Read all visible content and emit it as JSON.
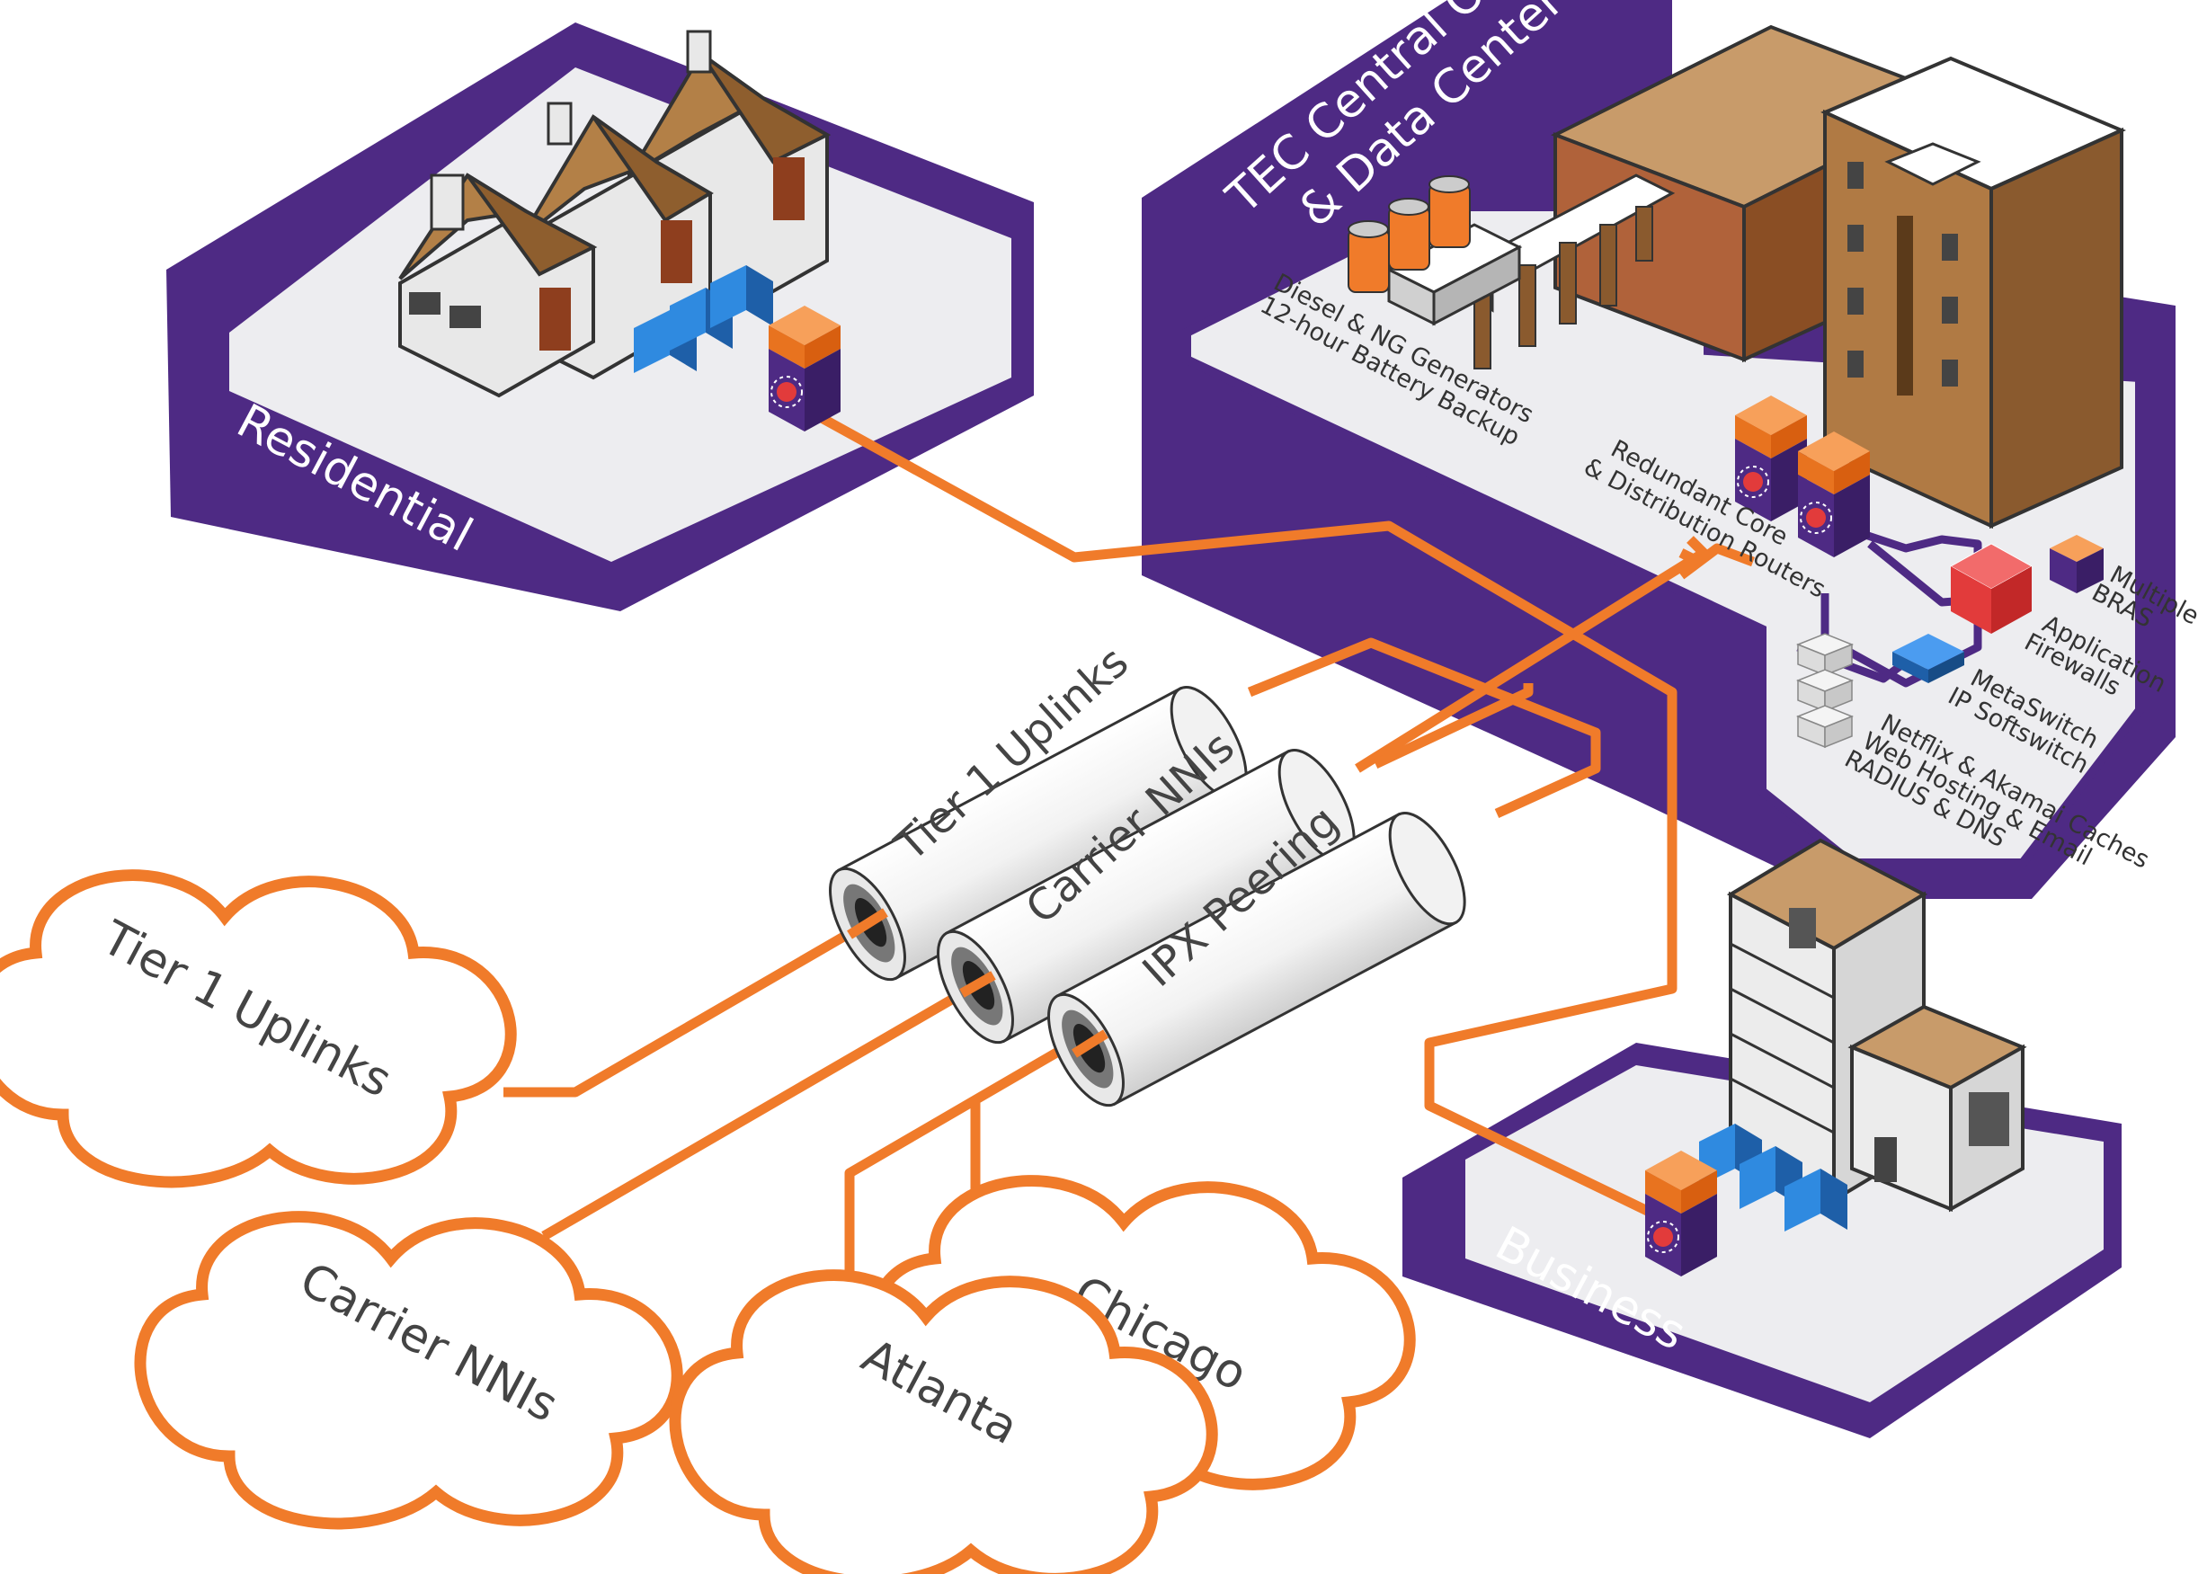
{
  "colors": {
    "orange": "#F07B2A",
    "purple": "#4E2A84",
    "zone_fill": "#EDEDF0",
    "roof": "#A8753E",
    "wall": "#E8E8E8",
    "router_top": "#F07B2A",
    "router_body": "#4E2A84",
    "wap_blue": "#1E6FC0",
    "firewall_red": "#E23B3B"
  },
  "zones": {
    "residential": {
      "label": "Residential"
    },
    "central_office": {
      "label_line1": "TEC Central Office",
      "label_line2": "& Data Center"
    },
    "business": {
      "label": "Business"
    }
  },
  "devices": {
    "generators": {
      "line1": "Diesel & NG Generators",
      "line2": "12-hour Battery Backup"
    },
    "core_routers": {
      "line1": "Redundant Core",
      "line2": "& Distribution Routers"
    },
    "bras": {
      "line1": "Multiple",
      "line2": "BRAS"
    },
    "firewalls": {
      "line1": "Application",
      "line2": "Firewalls"
    },
    "softswitch": {
      "line1": "MetaSwitch",
      "line2": "IP Softswitch"
    },
    "caches": {
      "line1": "Netflix & Akamai Caches",
      "line2": "Web Hosting & Email",
      "line3": "RADIUS & DNS"
    }
  },
  "pipes": [
    {
      "label": "Tier 1 Uplinks"
    },
    {
      "label": "Carrier NNIs"
    },
    {
      "label": "IPX Peering"
    }
  ],
  "clouds": [
    {
      "label": "Tier 1 Uplinks"
    },
    {
      "label": "Carrier NNIs"
    },
    {
      "label": "Atlanta"
    },
    {
      "label": "Chicago"
    }
  ],
  "icons": [
    "house-icon",
    "wireless-ap-icon",
    "router-icon",
    "office-building-icon",
    "battery-icon",
    "generator-icon",
    "firewall-icon",
    "switch-icon",
    "server-icon",
    "cloud-icon",
    "pipe-icon"
  ]
}
